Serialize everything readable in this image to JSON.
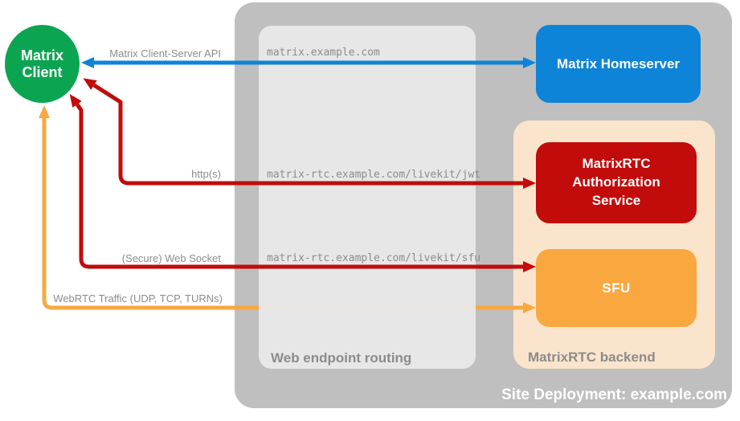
{
  "diagram": {
    "site_container": {
      "label": "Site Deployment: example.com"
    },
    "routing_container": {
      "label": "Web endpoint routing"
    },
    "backend_container": {
      "label": "MatrixRTC backend"
    },
    "nodes": {
      "client": {
        "label": "Matrix Client"
      },
      "homeserver": {
        "label": "Matrix Homeserver"
      },
      "auth_service": {
        "label": "MatrixRTC Authorization Service"
      },
      "sfu": {
        "label": "SFU"
      }
    },
    "endpoints": [
      "matrix.example.com",
      "matrix-rtc.example.com/livekit/jwt",
      "matrix-rtc.example.com/livekit/sfu"
    ],
    "connections": [
      {
        "label": "Matrix Client-Server API",
        "color": "#0d84d8",
        "bidirectional": true
      },
      {
        "label": "http(s)",
        "color": "#c20b0b",
        "bidirectional": true
      },
      {
        "label": "(Secure) Web Socket",
        "color": "#c20b0b",
        "bidirectional": true
      },
      {
        "label": "WebRTC Traffic (UDP, TCP, TURNs)",
        "color": "#f9a840",
        "bidirectional": true
      }
    ]
  },
  "colors": {
    "client_green": "#0ba551",
    "homeserver_blue": "#0d84d8",
    "auth_red": "#c20b0b",
    "sfu_orange": "#f9a840",
    "backend_peach": "#fbe4cc",
    "site_gray": "#bfbfbf",
    "routing_gray": "#e9e9e9",
    "label_gray": "#8c8c8c"
  }
}
